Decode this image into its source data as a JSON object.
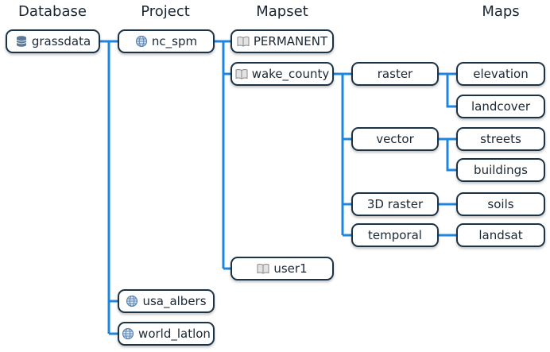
{
  "headers": {
    "database": "Database",
    "project": "Project",
    "mapset": "Mapset",
    "maps": "Maps"
  },
  "colors": {
    "connector": "#1f86df",
    "border": "#1b3347"
  },
  "database": {
    "label": "grassdata",
    "icon": "database-icon"
  },
  "projects": [
    {
      "label": "nc_spm",
      "icon": "globe-icon"
    },
    {
      "label": "usa_albers",
      "icon": "globe-icon"
    },
    {
      "label": "world_latlon",
      "icon": "globe-icon"
    }
  ],
  "mapsets": [
    {
      "label": "PERMANENT",
      "icon": "book-icon"
    },
    {
      "label": "wake_county",
      "icon": "book-icon"
    },
    {
      "label": "user1",
      "icon": "book-icon"
    }
  ],
  "types": [
    {
      "label": "raster"
    },
    {
      "label": "vector"
    },
    {
      "label": "3D raster"
    },
    {
      "label": "temporal"
    }
  ],
  "maps": [
    {
      "label": "elevation"
    },
    {
      "label": "landcover"
    },
    {
      "label": "streets"
    },
    {
      "label": "buildings"
    },
    {
      "label": "soils"
    },
    {
      "label": "landsat"
    }
  ]
}
